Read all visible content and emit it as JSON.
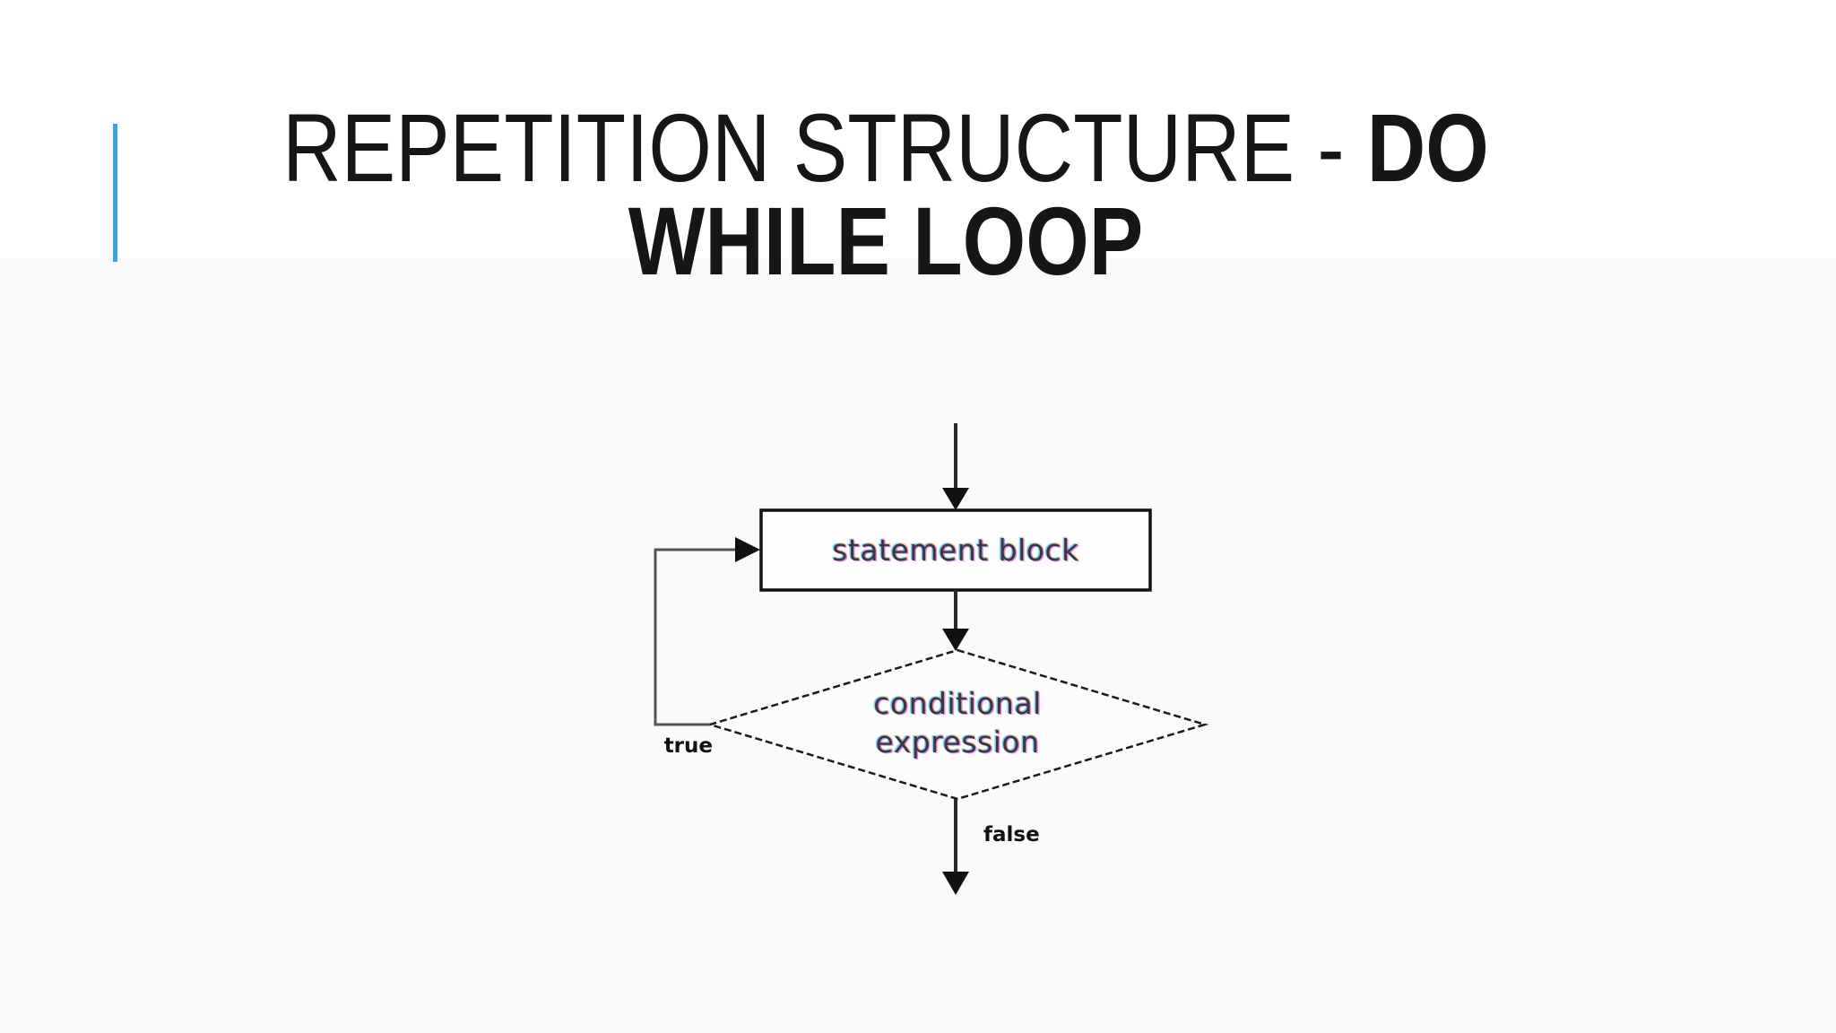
{
  "slide": {
    "title": {
      "regular": "REPETITION STRUCTURE - ",
      "bold_first": "DO",
      "bold_second": "WHILE LOOP"
    }
  },
  "flowchart": {
    "statement_block_label": "statement block",
    "conditional_expression_label": "conditional expression",
    "true_label": "true",
    "false_label": "false"
  },
  "colors": {
    "accent_blue": "#35A7DB",
    "diagram_ink": "#111111",
    "loop_gray": "#555555",
    "title_text": "#161616"
  }
}
